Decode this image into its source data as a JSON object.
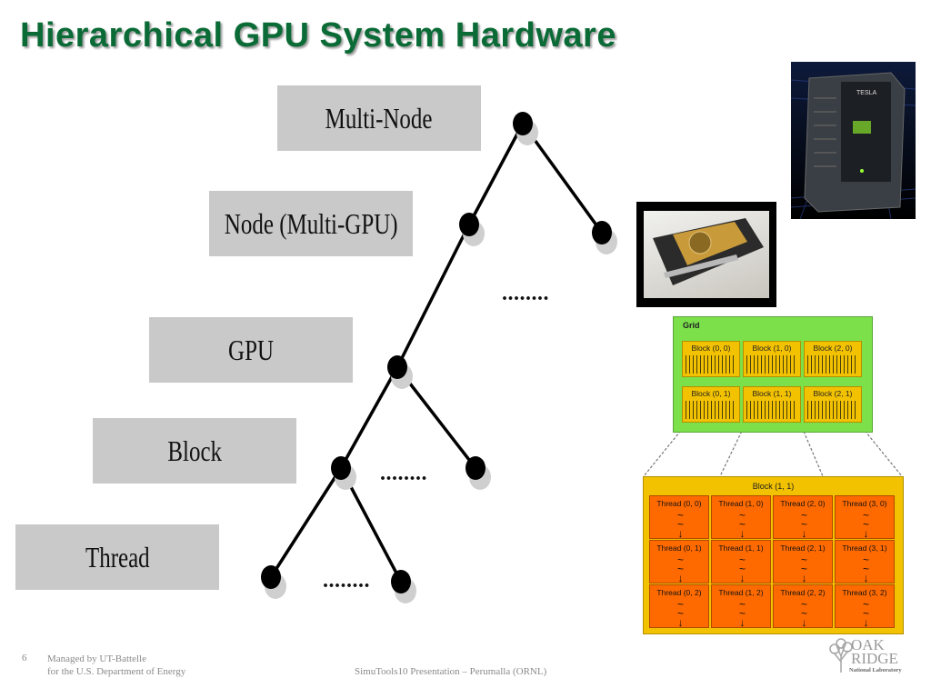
{
  "slide": {
    "title": "Hierarchical GPU System Hardware",
    "levels": [
      "Multi-Node",
      "Node (Multi-GPU)",
      "GPU",
      "Block",
      "Thread"
    ],
    "ellipsis": "........",
    "footer": {
      "page_number": "6",
      "managed_line1": "Managed by UT-Battelle",
      "managed_line2": "for the U.S. Department of Energy",
      "presentation": "SimuTools10 Presentation – Perumalla (ORNL)"
    },
    "logo": {
      "line1": "OAK",
      "line2": "RIDGE",
      "line3": "National Laboratory"
    }
  },
  "images": {
    "tesla_server": {
      "label": "TESLA"
    }
  },
  "cuda_grid": {
    "grid_label": "Grid",
    "blocks": [
      "Block (0, 0)",
      "Block (1, 0)",
      "Block (2, 0)",
      "Block (0, 1)",
      "Block (1, 1)",
      "Block (2, 1)"
    ],
    "block_label": "Block (1, 1)",
    "threads": [
      "Thread (0, 0)",
      "Thread (1, 0)",
      "Thread (2, 0)",
      "Thread (3, 0)",
      "Thread (0, 1)",
      "Thread (1, 1)",
      "Thread (2, 1)",
      "Thread (3, 1)",
      "Thread (0, 2)",
      "Thread (1, 2)",
      "Thread (2, 2)",
      "Thread (3, 2)"
    ]
  }
}
